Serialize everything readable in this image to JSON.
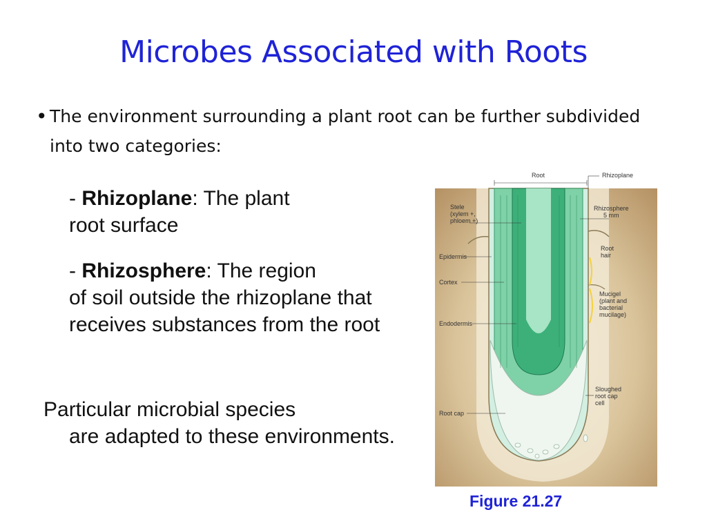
{
  "slide": {
    "title": "Microbes Associated with Roots",
    "bullet": "The environment surrounding a plant root can be further subdivided into two categories:",
    "items": [
      {
        "prefix": "- ",
        "term": "Rhizoplane",
        "line1_rest": ": The plant",
        "rest": "root surface"
      },
      {
        "prefix": "- ",
        "term": "Rhizosphere",
        "line1_rest": ": The region",
        "rest": "of soil outside the rhizoplane that receives substances from the root"
      }
    ],
    "para_first": "Particular microbial species",
    "para_rest": "are adapted to these environments.",
    "caption": "Figure 21.27"
  },
  "figure": {
    "labels": {
      "root": "Root",
      "rhizoplane": "Rhizoplane",
      "stele": "Stele",
      "stele_sub1": "(xylem +,",
      "stele_sub2": "phloem +)",
      "rhizosphere": "Rhizosphere",
      "rhizosphere_sub": "5 mm",
      "root_hair1": "Root",
      "root_hair2": "hair",
      "epidermis": "Epidermis",
      "cortex": "Cortex",
      "mucigel": "Mucigel",
      "mucigel_sub1": "(plant and",
      "mucigel_sub2": "bacterial",
      "mucigel_sub3": "mucilage)",
      "endodermis": "Endodermis",
      "sloughed1": "Sloughed",
      "sloughed2": "root cap",
      "sloughed3": "cell",
      "root_cap": "Root cap"
    }
  }
}
